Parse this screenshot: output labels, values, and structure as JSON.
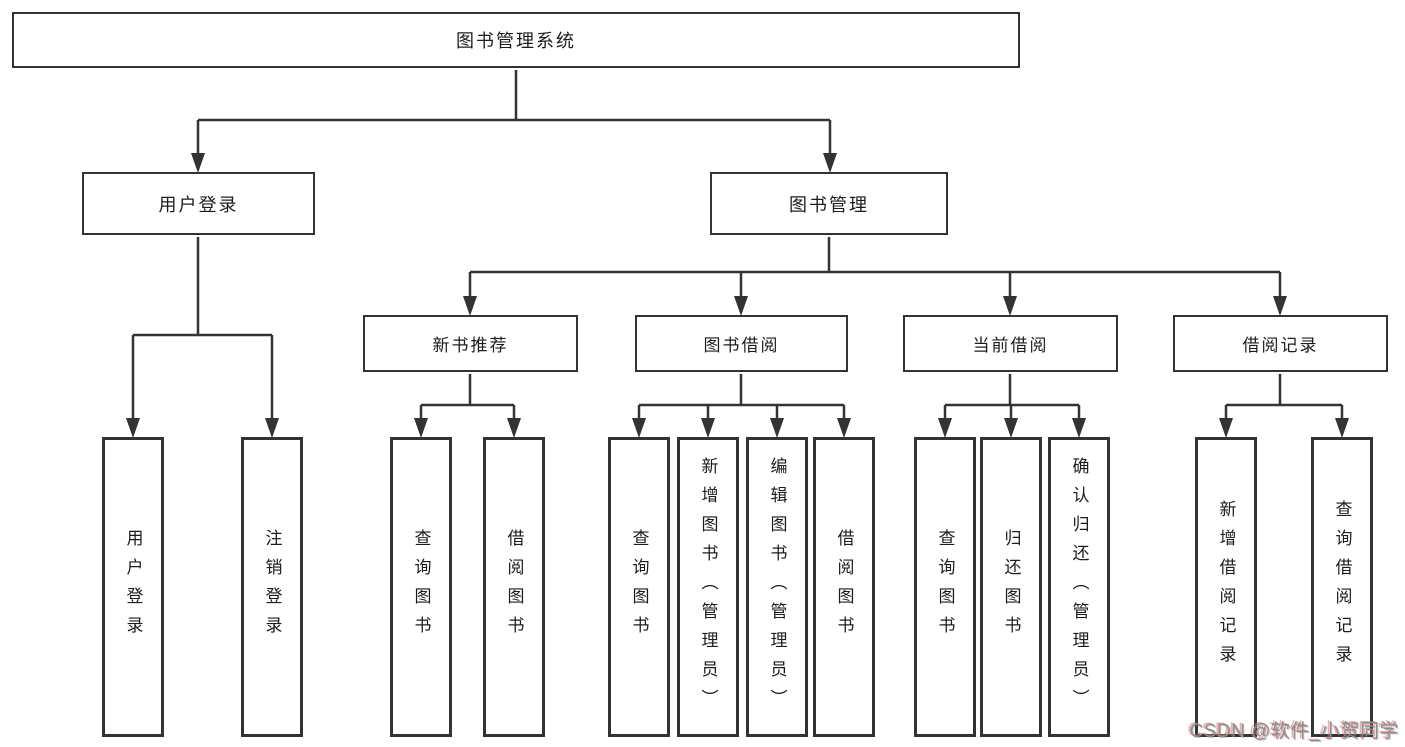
{
  "tree": {
    "label": "图书管理系统",
    "children": [
      {
        "label": "用户登录",
        "children": [
          {
            "label": "用户登录"
          },
          {
            "label": "注销登录"
          }
        ]
      },
      {
        "label": "图书管理",
        "children": [
          {
            "label": "新书推荐",
            "children": [
              {
                "label": "查询图书"
              },
              {
                "label": "借阅图书"
              }
            ]
          },
          {
            "label": "图书借阅",
            "children": [
              {
                "label": "查询图书"
              },
              {
                "label": "新增图书（管理员）"
              },
              {
                "label": "编辑图书（管理员）"
              },
              {
                "label": "借阅图书"
              }
            ]
          },
          {
            "label": "当前借阅",
            "children": [
              {
                "label": "查询图书"
              },
              {
                "label": "归还图书"
              },
              {
                "label": "确认归还（管理员）"
              }
            ]
          },
          {
            "label": "借阅记录",
            "children": [
              {
                "label": "新增借阅记录"
              },
              {
                "label": "查询借阅记录"
              }
            ]
          }
        ]
      }
    ]
  },
  "watermark": {
    "text": "CSDN @软件_小贺同学"
  },
  "colors": {
    "line": "#333333",
    "text": "#1c1c1c",
    "background": "#ffffff",
    "watermark_gray": "#8f8f8f",
    "watermark_red": "#e06a6a"
  }
}
